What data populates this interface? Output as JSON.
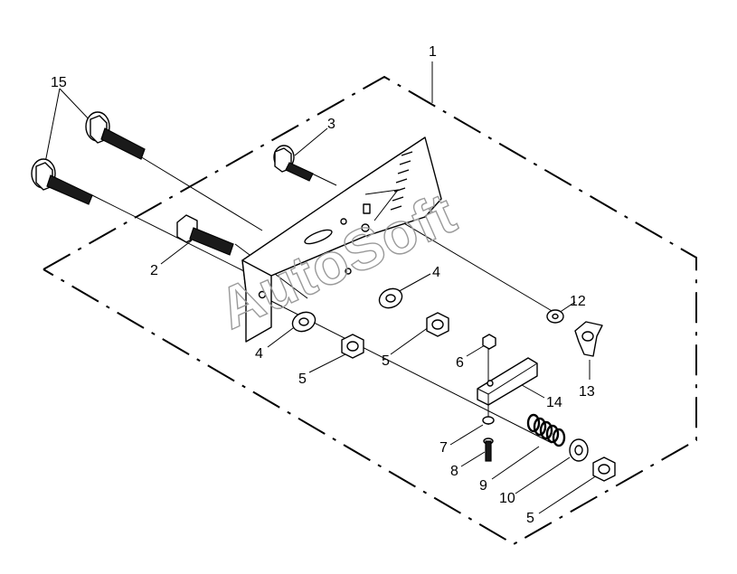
{
  "colors": {
    "line": "#000000",
    "watermark": "#9a9a9a",
    "background": "#ffffff"
  },
  "watermark": "AutoSoft",
  "callouts": [
    {
      "id": "c1",
      "label": "1"
    },
    {
      "id": "c2",
      "label": "2"
    },
    {
      "id": "c3",
      "label": "3"
    },
    {
      "id": "c4a",
      "label": "4"
    },
    {
      "id": "c4b",
      "label": "4"
    },
    {
      "id": "c5a",
      "label": "5"
    },
    {
      "id": "c5b",
      "label": "5"
    },
    {
      "id": "c5c",
      "label": "5"
    },
    {
      "id": "c6",
      "label": "6"
    },
    {
      "id": "c7",
      "label": "7"
    },
    {
      "id": "c8",
      "label": "8"
    },
    {
      "id": "c9",
      "label": "9"
    },
    {
      "id": "c10",
      "label": "10"
    },
    {
      "id": "c12",
      "label": "12"
    },
    {
      "id": "c13",
      "label": "13"
    },
    {
      "id": "c14",
      "label": "14"
    },
    {
      "id": "c15",
      "label": "15"
    }
  ]
}
